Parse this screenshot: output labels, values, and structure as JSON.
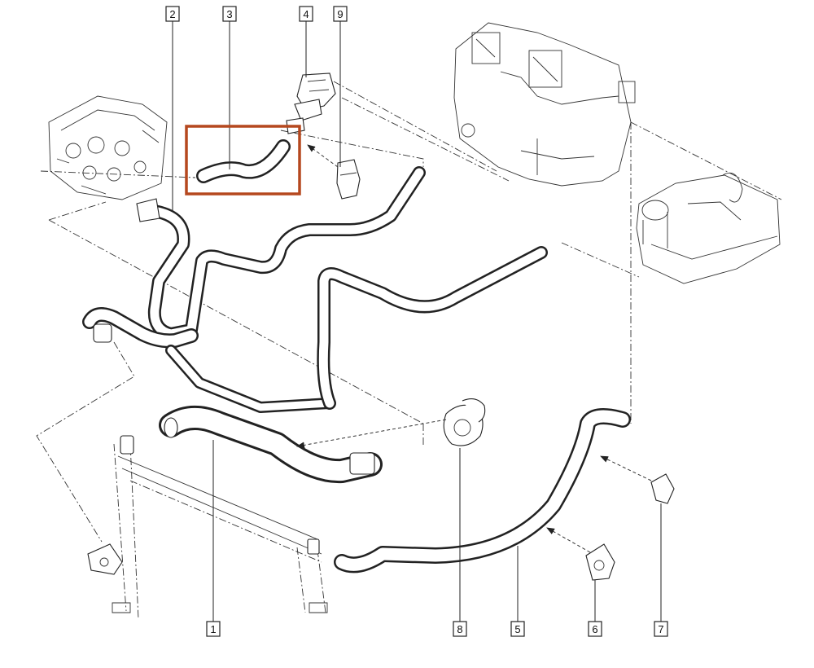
{
  "callouts": [
    "1",
    "2",
    "3",
    "4",
    "5",
    "6",
    "7",
    "8",
    "9"
  ],
  "highlight_color": "#b5481f"
}
